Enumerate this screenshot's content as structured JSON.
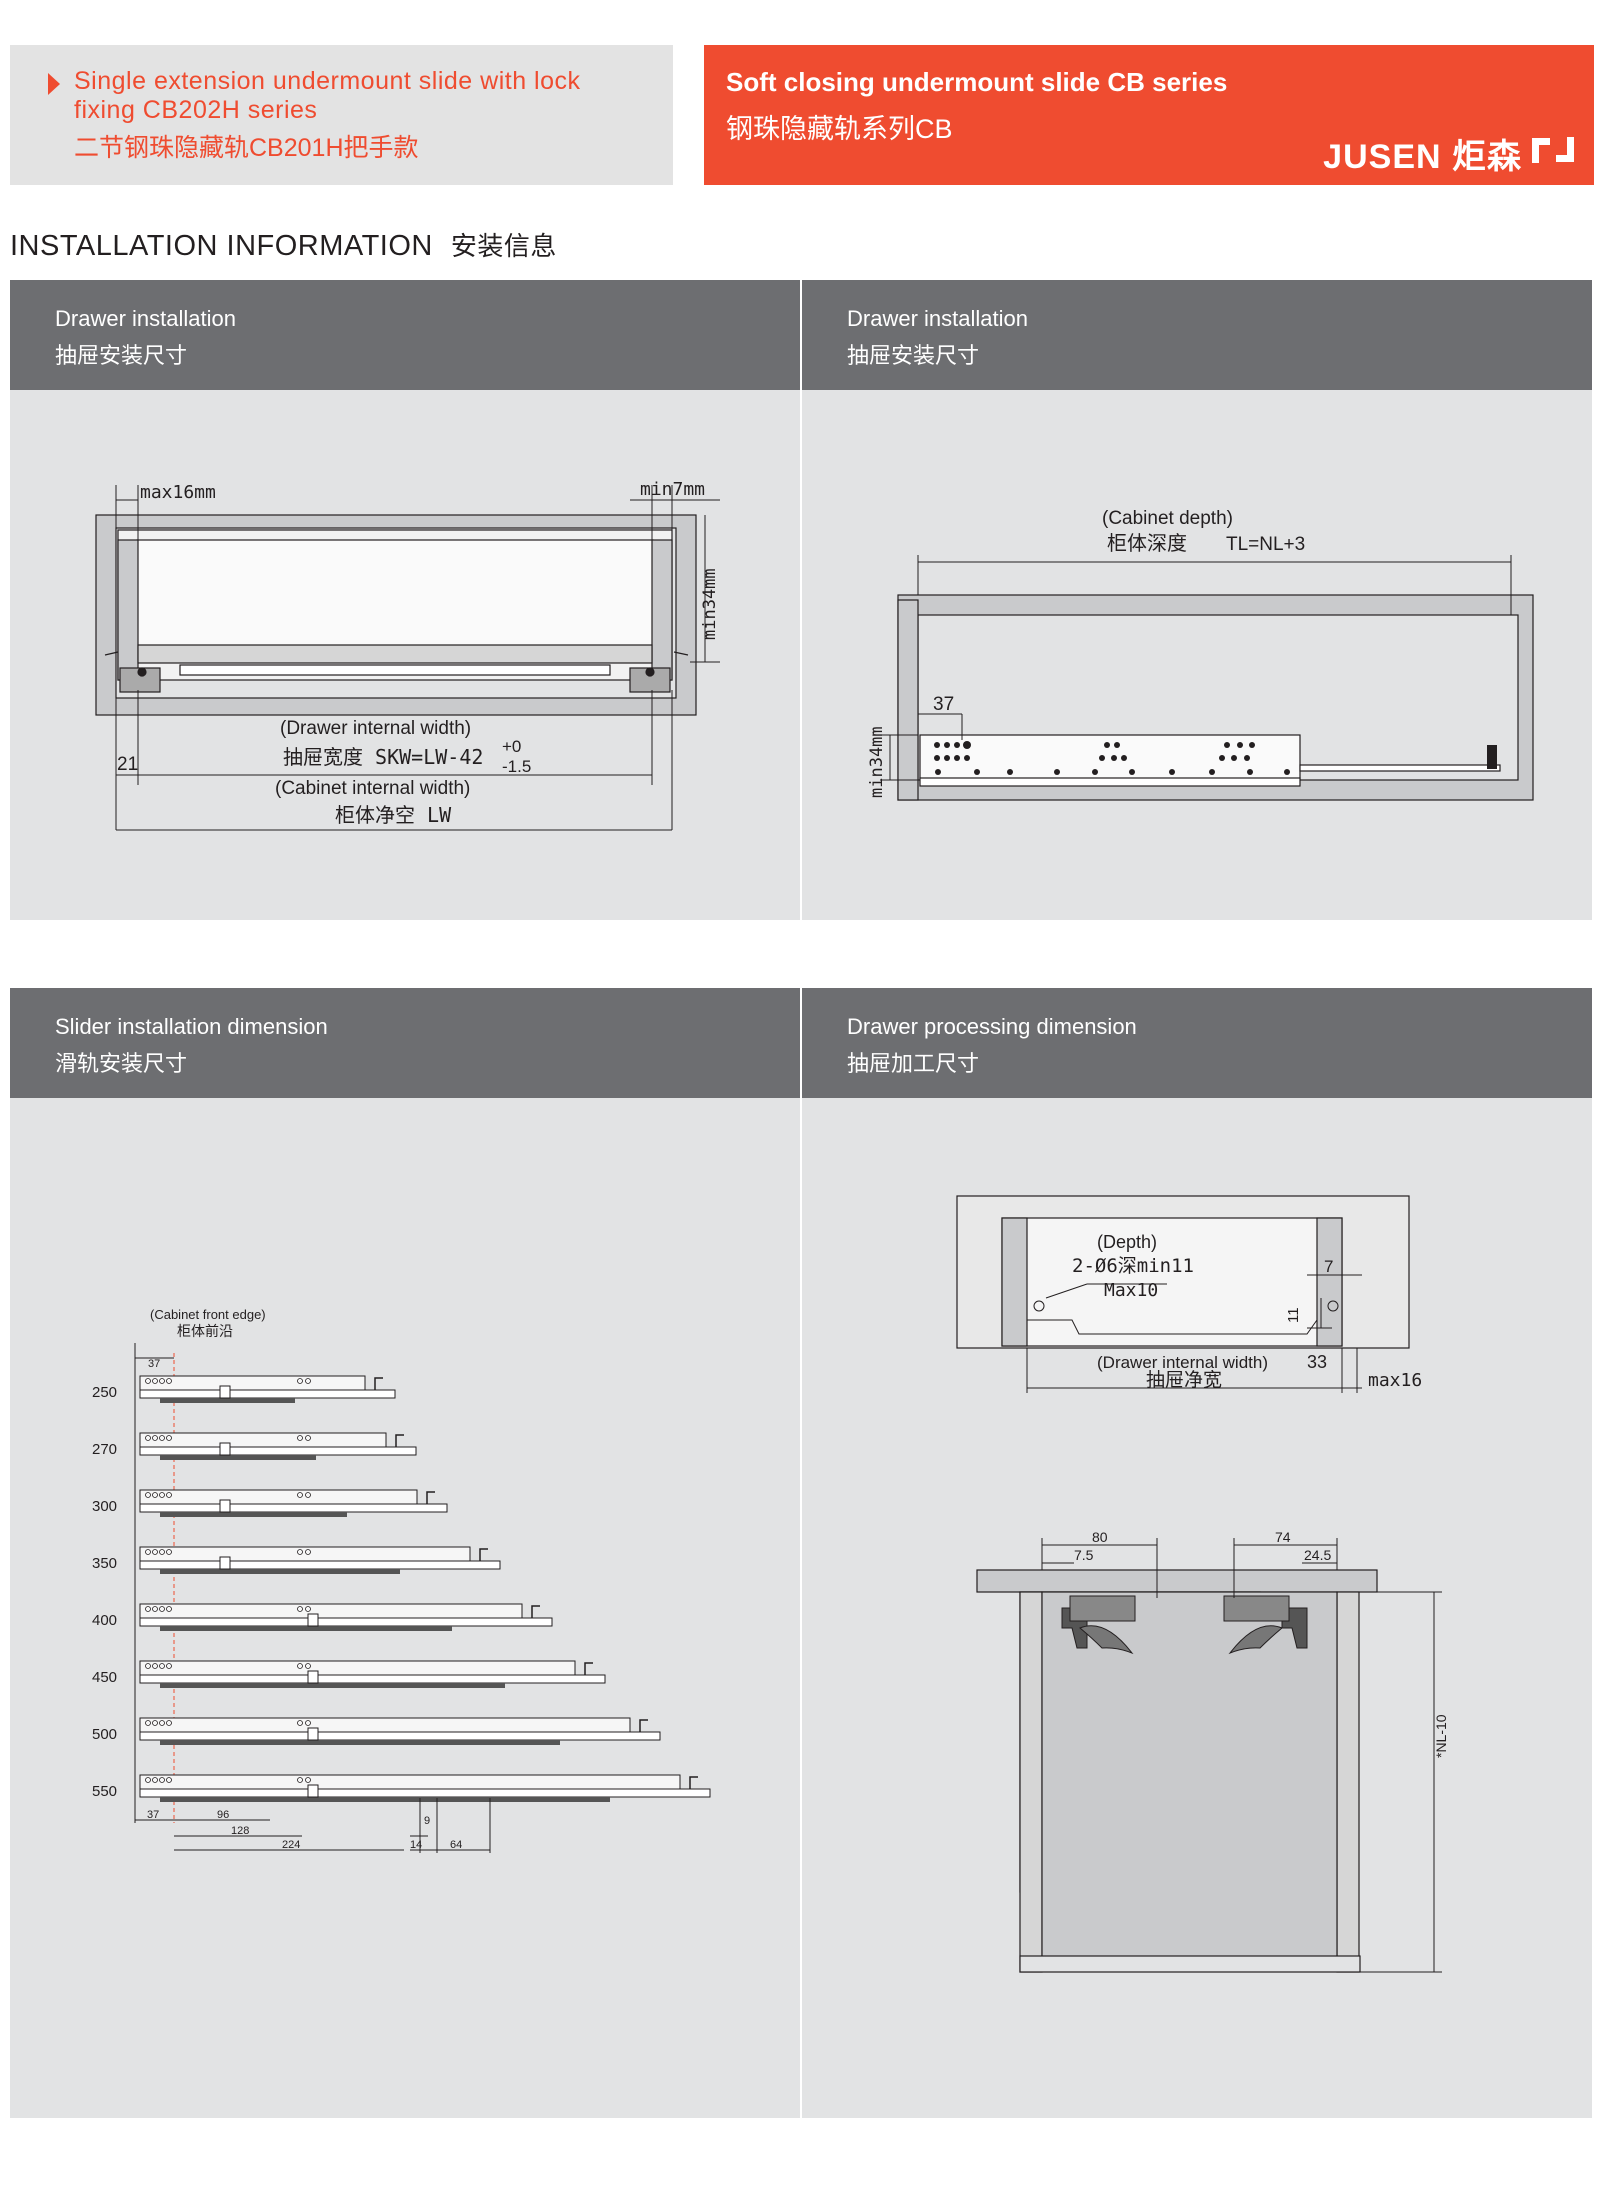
{
  "header": {
    "left_en": "Single extension undermount slide with  lock fixing CB202H series",
    "left_cn": "二节钢珠隐藏轨CB201H把手款",
    "right_en": "Soft closing undermount slide CB series",
    "right_cn": "钢珠隐藏轨系列CB",
    "brand": "JUSEN 炬森"
  },
  "section": {
    "title_en": "INSTALLATION INFORMATION",
    "title_cn": "安装信息"
  },
  "panels": [
    {
      "en": "Drawer installation",
      "cn": "抽屉安装尺寸"
    },
    {
      "en": "Drawer installation",
      "cn": "抽屉安装尺寸"
    },
    {
      "en": "Slider installation dimension",
      "cn": "滑轨安装尺寸"
    },
    {
      "en": "Drawer processing dimension",
      "cn": "抽屉加工尺寸"
    }
  ],
  "diagram1": {
    "max16": "max16mm",
    "min7": "min7mm",
    "min34": "min34mm",
    "diw_en": "(Drawer internal width)",
    "diw_cn": "抽屉宽度 SKW=LW-42",
    "tol_plus": "+0",
    "tol_minus": "-1.5",
    "dim21": "21",
    "ciw_en": "(Cabinet internal width)",
    "ciw_cn": "柜体净空 LW"
  },
  "diagram2": {
    "cd_en": "(Cabinet depth)",
    "cd_cn": "柜体深度",
    "cd_formula": "TL=NL+3",
    "dim37": "37",
    "min34": "min34mm"
  },
  "diagram3": {
    "front_en": "(Cabinet front edge)",
    "front_cn": "柜体前沿",
    "lengths": [
      "250",
      "270",
      "300",
      "350",
      "400",
      "450",
      "500",
      "550"
    ],
    "dims": {
      "d37a": "37",
      "d37b": "37",
      "d96": "96",
      "d128": "128",
      "d224": "224",
      "d9": "9",
      "d14": "14",
      "d64": "64"
    }
  },
  "diagram4": {
    "depth_en": "(Depth)",
    "hole": "2-Ø6深min11",
    "max10": "Max10",
    "d7": "7",
    "d11": "11",
    "d33": "33",
    "diw_en": "(Drawer internal width)",
    "diw_cn": "抽屉净宽",
    "max16": "max16",
    "d80": "80",
    "d7_5": "7.5",
    "d74": "74",
    "d24_5": "24.5",
    "nl": "*NL-10"
  }
}
